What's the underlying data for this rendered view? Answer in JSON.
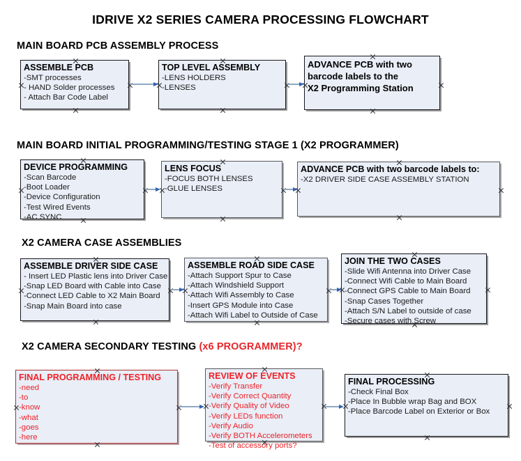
{
  "document": {
    "title": "IDRIVE X2  SERIES CAMERA PROCESSING FLOWCHART"
  },
  "colors": {
    "box_fill": "#e9eef7",
    "box_border": "#18181c",
    "red_text": "#ee2228",
    "arrow_shaft": "#8fa8c4",
    "arrow_head": "#2f62b5",
    "black_text": "#000000"
  },
  "sections": [
    {
      "heading": "MAIN BOARD PCB ASSEMBLY PROCESS",
      "heading_suffix": "",
      "boxes": [
        {
          "title": "ASSEMBLE PCB",
          "lines": [
            "-SMT processes",
            "- HAND Solder processes",
            "- Attach Bar Code Label"
          ]
        },
        {
          "title": "TOP LEVEL ASSEMBLY",
          "lines": [
            "-LENS HOLDERS",
            "-LENSES"
          ]
        },
        {
          "title": "ADVANCE PCB with two",
          "title2": "barcode labels to the",
          "title3": " X2 Programming Station",
          "lines": []
        }
      ]
    },
    {
      "heading": "MAIN BOARD INITIAL PROGRAMMING/TESTING STAGE 1 (X2 PROGRAMMER)",
      "heading_suffix": "",
      "boxes": [
        {
          "title": "DEVICE PROGRAMMING",
          "lines": [
            "-Scan Barcode",
            "-Boot Loader",
            "-Device Configuration",
            "-Test Wired Events",
            "-AC SYNC"
          ]
        },
        {
          "title": "LENS FOCUS",
          "lines": [
            "-FOCUS BOTH LENSES",
            "-GLUE LENSES"
          ]
        },
        {
          "title": "ADVANCE PCB with two barcode labels to:",
          "lines": [
            "-X2 DRIVER  SIDE  CASE  ASSEMBLY STATION"
          ]
        }
      ]
    },
    {
      "heading": "X2 CAMERA CASE ASSEMBLIES",
      "heading_suffix": "",
      "boxes": [
        {
          "title": "ASSEMBLE DRIVER SIDE CASE",
          "lines": [
            "- Insert LED Plastic lens into Driver Case",
            "-Snap LED Board with Cable into Case",
            "-Connect LED Cable to X2 Main Board",
            "-Snap Main Board into case"
          ]
        },
        {
          "title": "ASSEMBLE ROAD SIDE CASE",
          "lines": [
            "-Attach Support Spur to Case",
            "-Attach Windshield Support",
            "-Attach Wifi Assembly to Case",
            "-Insert GPS Module into Case",
            "-Attach Wifi Label to Outside of Case"
          ]
        },
        {
          "title": "JOIN THE TWO CASES",
          "lines": [
            "-Slide Wifi Antenna into Driver Case",
            "-Connect Wifi Cable to Main Board",
            "-Connect GPS Cable to Main Board",
            "-Snap Cases Together",
            "-Attach S/N Label to outside of case",
            "-Secure cases with Screw"
          ]
        }
      ]
    },
    {
      "heading": "X2 CAMERA SECONDARY TESTING ",
      "heading_suffix": "(x6 PROGRAMMER)?",
      "boxes": [
        {
          "title": "FINAL PROGRAMMING / TESTING",
          "lines": [
            "-need",
            "-to",
            "-know",
            "-what",
            "-goes",
            "-here"
          ]
        },
        {
          "title": "REVIEW OF EVENTS",
          "lines": [
            "-Verify Transfer",
            "-Verify Correct Quantity",
            "-Verify Quality of Video",
            "-Verify LEDs function",
            "-Verify Audio",
            "-Verify BOTH Accelerometers",
            "-Test of accessory ports?"
          ]
        },
        {
          "title": "FINAL PROCESSING",
          "lines": [
            " -Check Final Box",
            "-Place In Bubble wrap Bag and BOX",
            "-Place Barcode Label on Exterior or Box"
          ]
        }
      ]
    }
  ]
}
